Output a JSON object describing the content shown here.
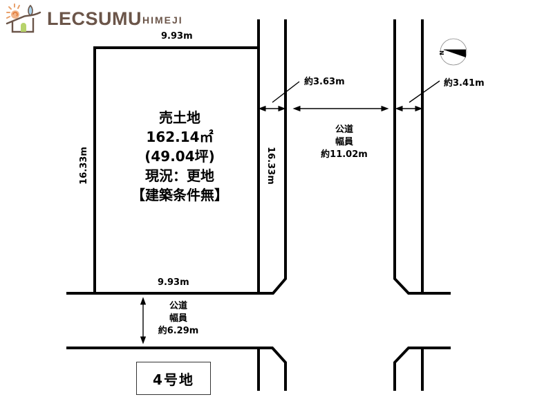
{
  "logo": {
    "brand": "LECSUMU",
    "sub": "HIMEJI",
    "brand_color": "#6b5549"
  },
  "lot": {
    "title": "売土地",
    "area_sqm": "162.14㎡",
    "area_tsubo": "(49.04坪)",
    "status": "現況：更地",
    "condition": "【建築条件無】",
    "top_width": "9.93m",
    "bottom_width": "9.93m",
    "left_depth": "16.33m",
    "right_depth": "16.33m"
  },
  "setbacks": {
    "left": "約3.63m",
    "right": "約3.41m"
  },
  "roads": {
    "east": {
      "line1": "公道",
      "line2": "幅員",
      "width": "約11.02m"
    },
    "south": {
      "line1": "公道",
      "line2": "幅員",
      "width": "約6.29m"
    }
  },
  "lot_number": "4号地",
  "compass": {
    "label": "N",
    "icon": "north-arrow-icon"
  }
}
